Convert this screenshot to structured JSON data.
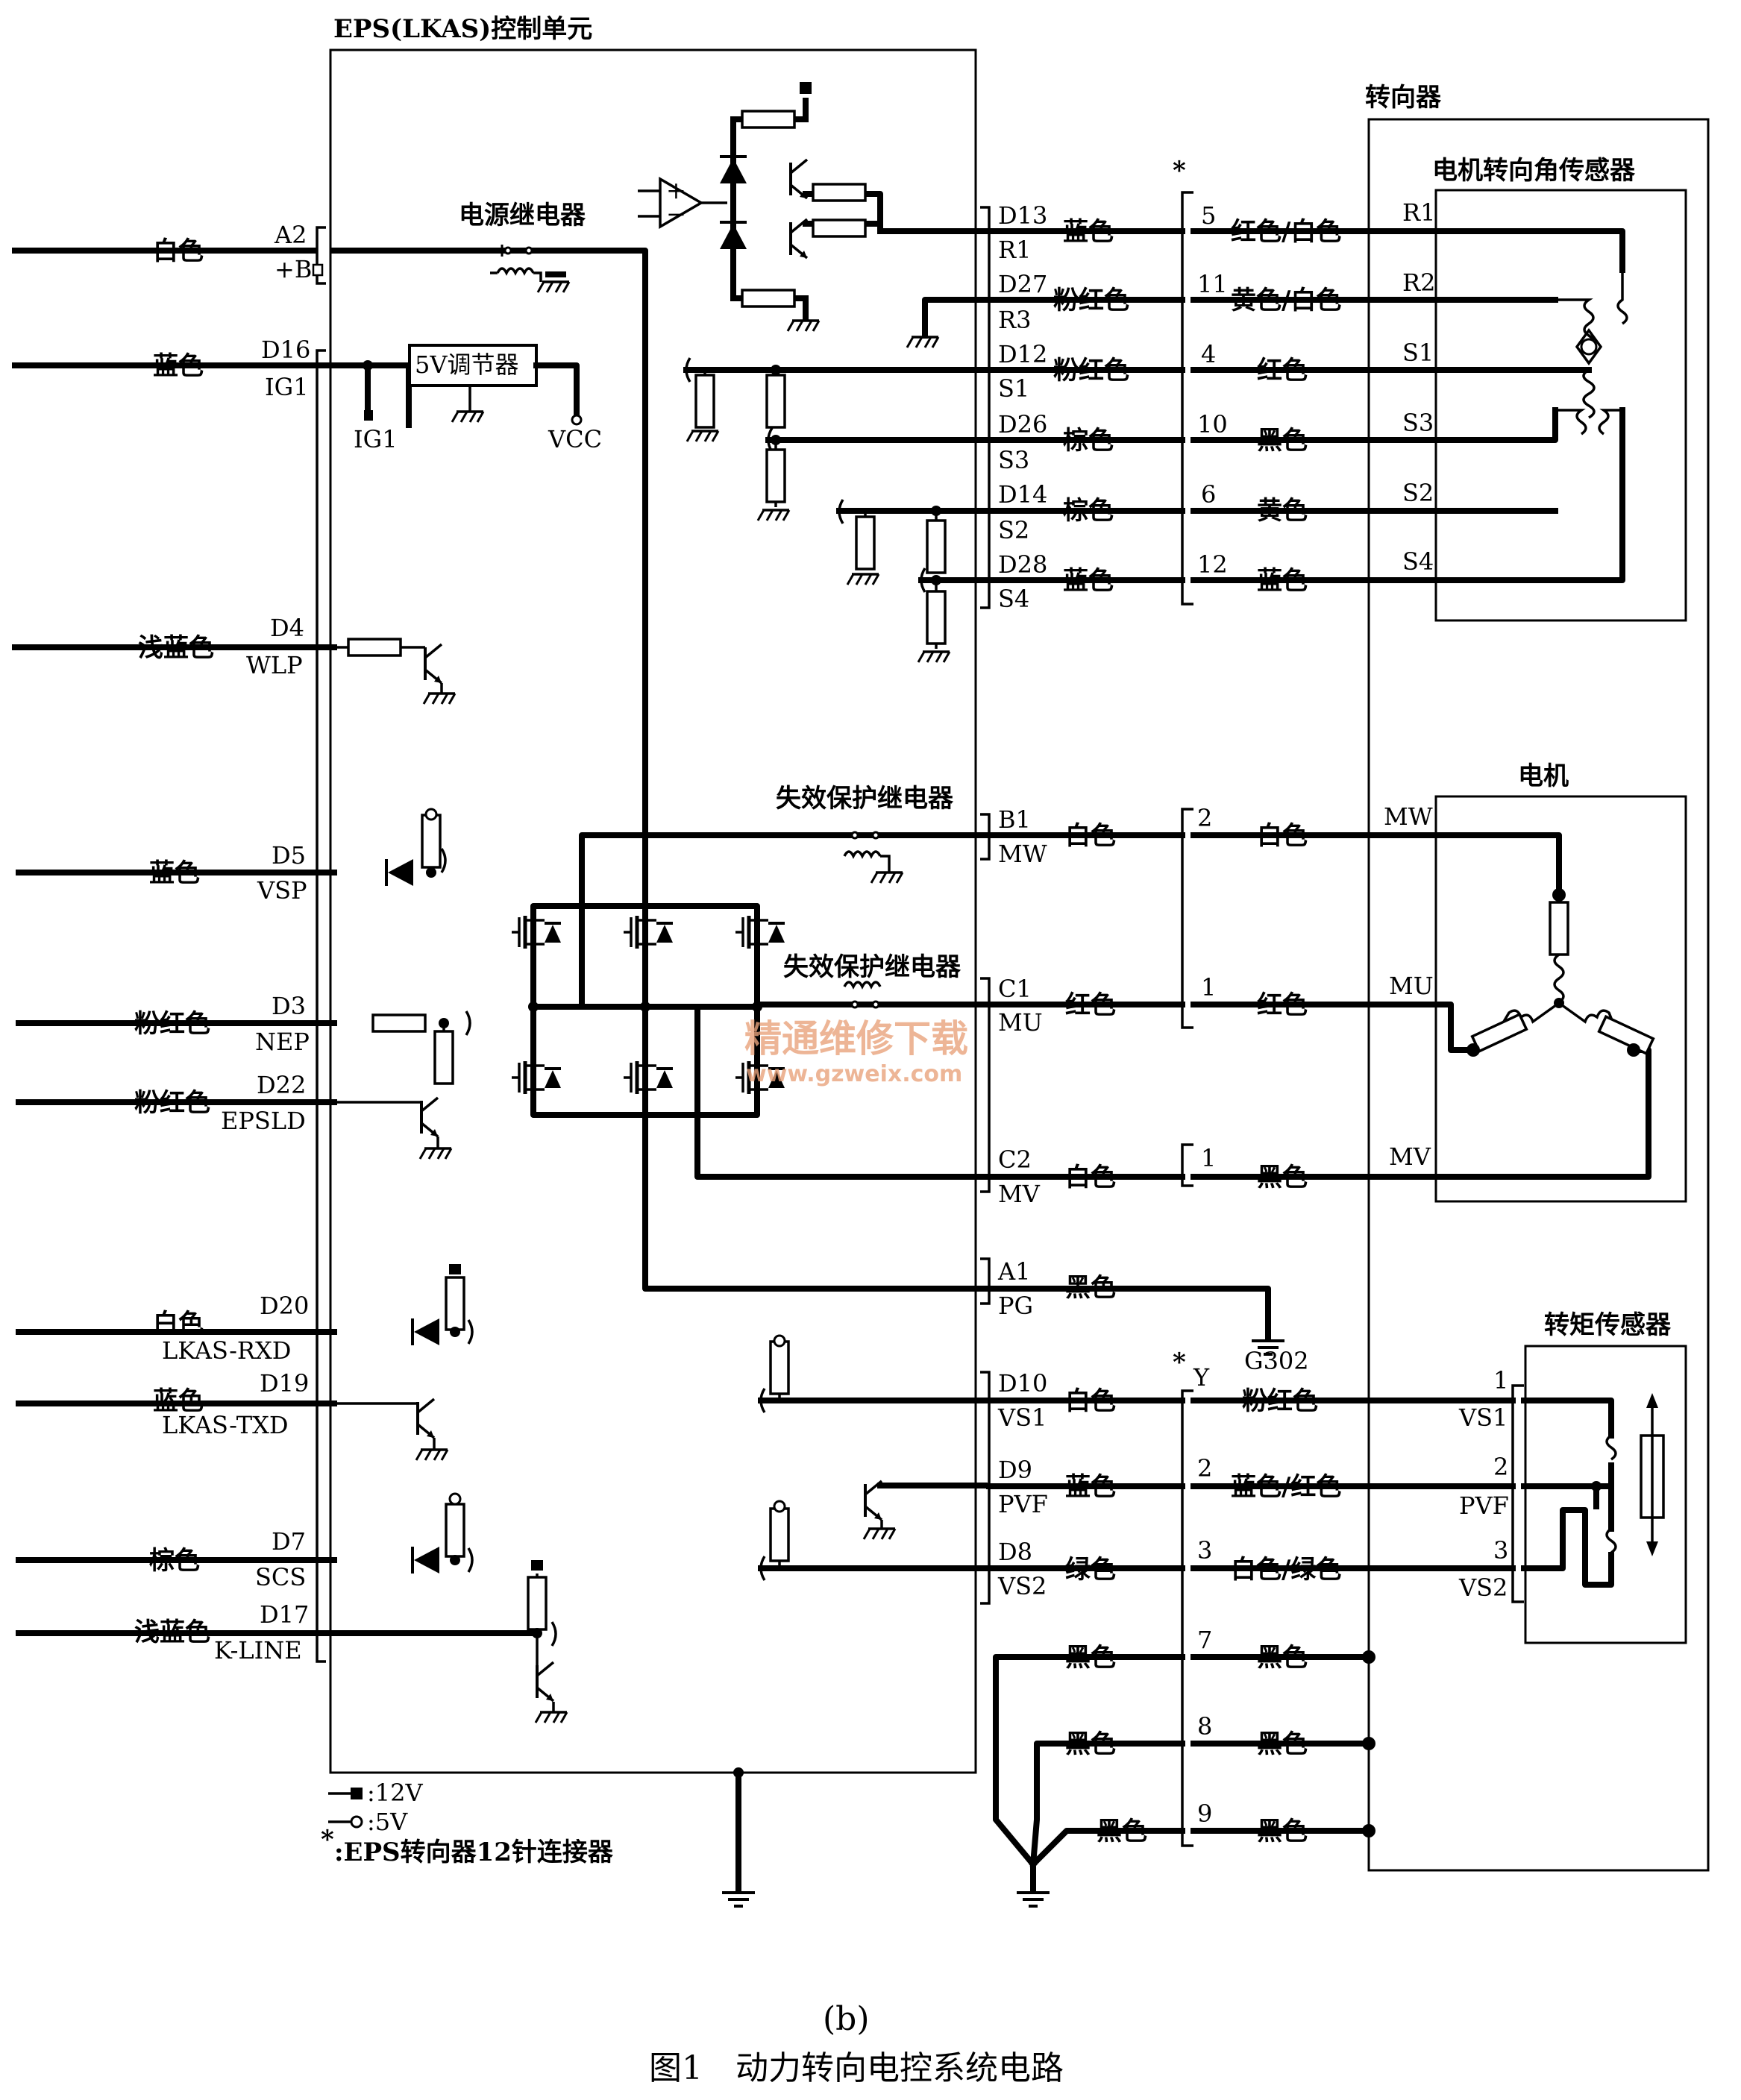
{
  "title": "EPS(LKAS)控制单元",
  "steering_gear_label": "转向器",
  "angle_sensor_label": "电机转向角传感器",
  "motor_label": "电机",
  "torque_sensor_label": "转矩传感器",
  "power_relay_label": "电源继电器",
  "failsafe_relay_label": "失效保护继电器",
  "regulator_label": "5V调节器",
  "ig1_label": "IG1",
  "vcc_label": "VCC",
  "ground_label": "G302",
  "connector_mark": "*",
  "y_label": "Y",
  "left_inputs": [
    {
      "color": "白色",
      "pin": "A2",
      "signal": "+B"
    },
    {
      "color": "蓝色",
      "pin": "D16",
      "signal": "IG1"
    },
    {
      "color": "浅蓝色",
      "pin": "D4",
      "signal": "WLP"
    },
    {
      "color": "蓝色",
      "pin": "D5",
      "signal": "VSP"
    },
    {
      "color": "粉红色",
      "pin": "D3",
      "signal": "NEP"
    },
    {
      "color": "粉红色",
      "pin": "D22",
      "signal": "EPSLD"
    },
    {
      "color": "白色",
      "pin": "D20",
      "signal": "LKAS-RXD"
    },
    {
      "color": "蓝色",
      "pin": "D19",
      "signal": "LKAS-TXD"
    },
    {
      "color": "棕色",
      "pin": "D7",
      "signal": "SCS"
    },
    {
      "color": "浅蓝色",
      "pin": "D17",
      "signal": "K-LINE"
    }
  ],
  "sensor_rows": [
    {
      "pin": "D13",
      "sig": "R1",
      "wire": "蓝色",
      "cpin": "5",
      "color2": "红色/白色",
      "term": "R1"
    },
    {
      "pin": "D27",
      "sig": "R3",
      "wire": "粉红色",
      "cpin": "11",
      "color2": "黄色/白色",
      "term": "R2"
    },
    {
      "pin": "D12",
      "sig": "S1",
      "wire": "粉红色",
      "cpin": "4",
      "color2": "红色",
      "term": "S1"
    },
    {
      "pin": "D26",
      "sig": "S3",
      "wire": "棕色",
      "cpin": "10",
      "color2": "黑色",
      "term": "S3"
    },
    {
      "pin": "D14",
      "sig": "S2",
      "wire": "棕色",
      "cpin": "6",
      "color2": "黄色",
      "term": "S2"
    },
    {
      "pin": "D28",
      "sig": "S4",
      "wire": "蓝色",
      "cpin": "12",
      "color2": "蓝色",
      "term": "S4"
    }
  ],
  "motor_rows": [
    {
      "pin": "B1",
      "sig": "MW",
      "wire": "白色",
      "cpin": "2",
      "color2": "白色",
      "term": "MW"
    },
    {
      "pin": "C1",
      "sig": "MU",
      "wire": "红色",
      "cpin": "1",
      "color2": "红色",
      "term": "MU"
    },
    {
      "pin": "C2",
      "sig": "MV",
      "wire": "白色",
      "cpin": "1",
      "color2": "黑色",
      "term": "MV"
    }
  ],
  "pg_row": {
    "pin": "A1",
    "sig": "PG",
    "wire": "黑色"
  },
  "torque_rows": [
    {
      "pin": "D10",
      "sig": "VS1",
      "wire": "白色",
      "cpin": "",
      "color2": "粉红色",
      "tpin": "1",
      "term": "VS1"
    },
    {
      "pin": "D9",
      "sig": "PVF",
      "wire": "蓝色",
      "cpin": "2",
      "color2": "蓝色/红色",
      "tpin": "2",
      "term": "PVF"
    },
    {
      "pin": "D8",
      "sig": "VS2",
      "wire": "绿色",
      "cpin": "3",
      "color2": "白色/绿色",
      "tpin": "3",
      "term": "VS2"
    }
  ],
  "ground_rows": [
    {
      "wire": "黑色",
      "cpin": "7",
      "color2": "黑色"
    },
    {
      "wire": "黑色",
      "cpin": "8",
      "color2": "黑色"
    },
    {
      "wire": "黑色",
      "cpin": "9",
      "color2": "黑色"
    }
  ],
  "legend": {
    "v12": ":12V",
    "v5": ":5V",
    "conn": ":EPS转向器12针连接器",
    "star": "*"
  },
  "subfigure": "(b)",
  "caption": "图1　动力转向电控系统电路",
  "watermark": "精通维修下载",
  "watermark_url": "www.gzweix.com"
}
